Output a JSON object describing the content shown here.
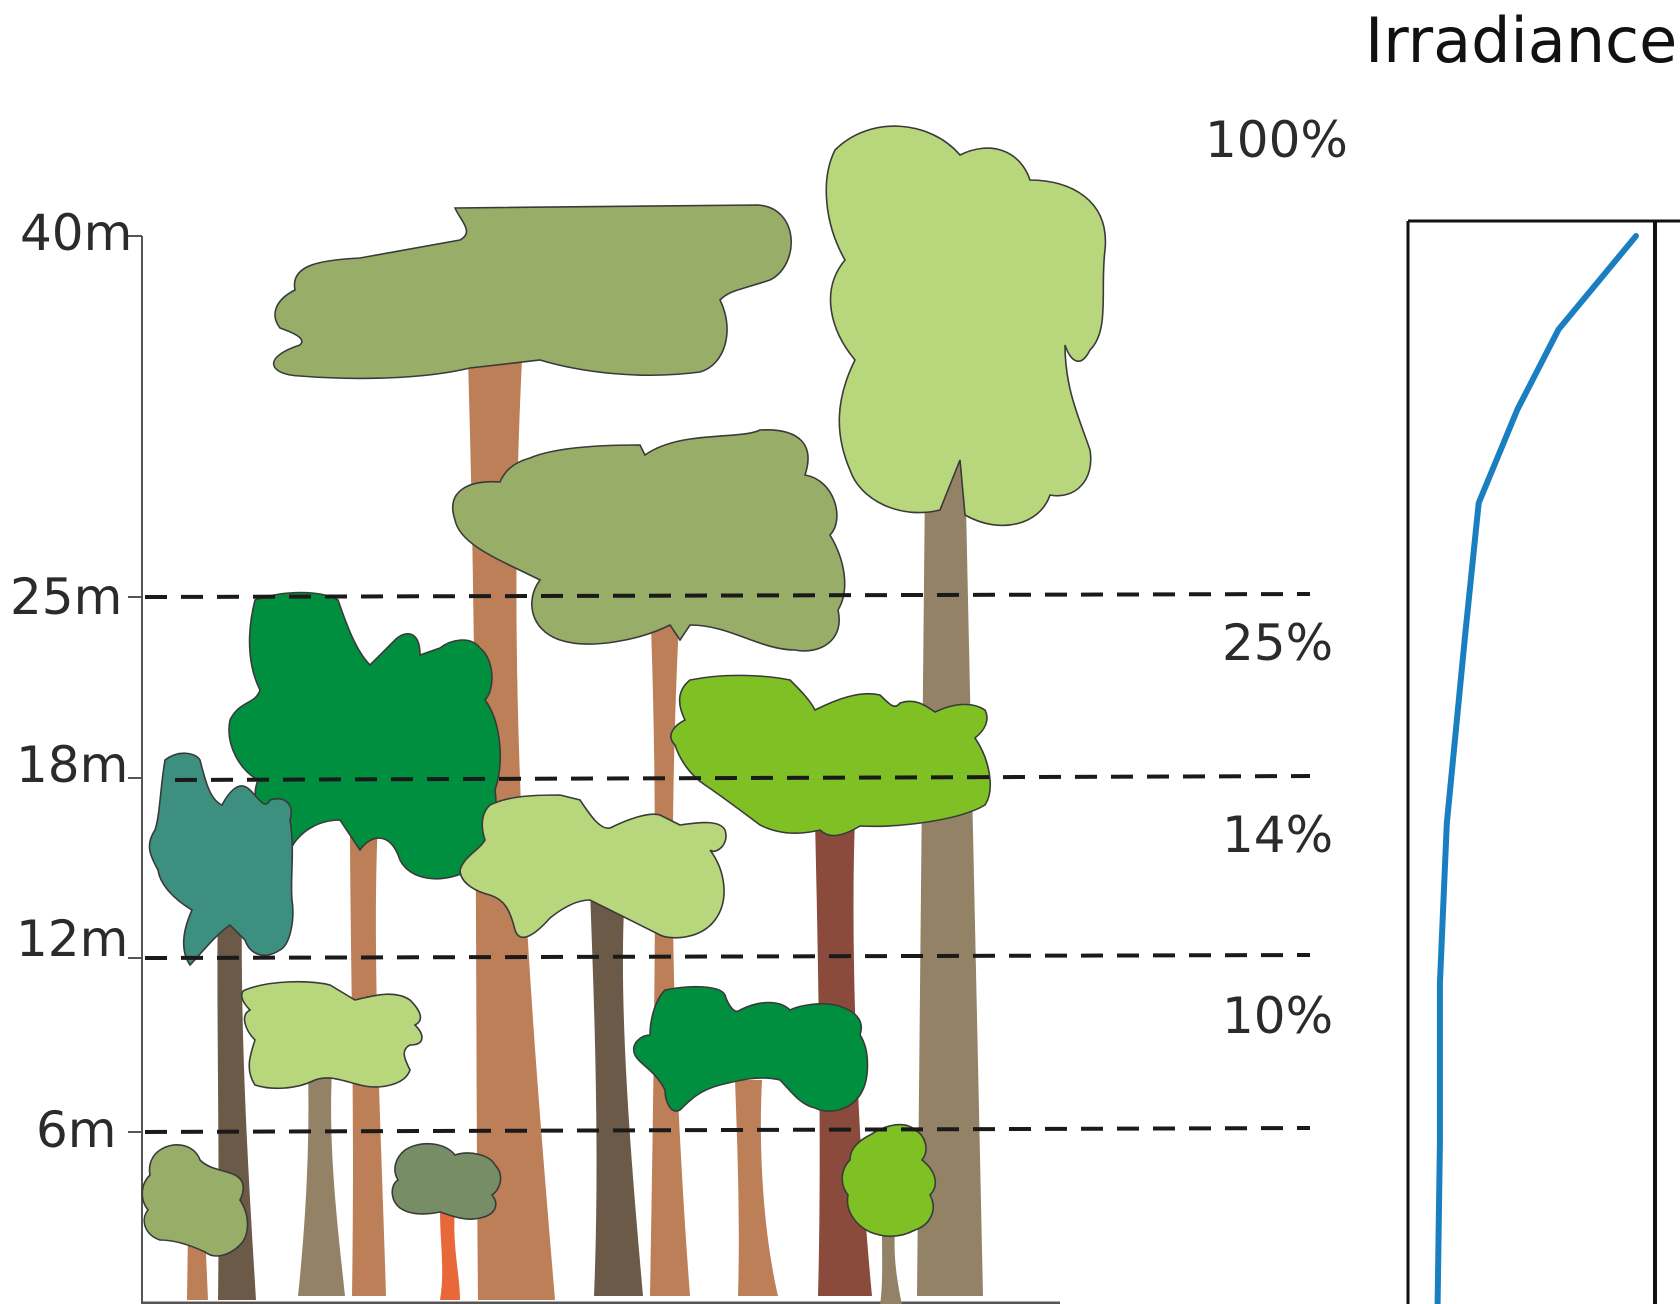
{
  "title": "Irradiance",
  "height_levels": [
    "40m",
    "25m",
    "18m",
    "12m",
    "6m"
  ],
  "irradiance_levels": [
    "100%",
    "25%",
    "14%",
    "10%"
  ],
  "colors": {
    "dashed_line": "#1a1a1a",
    "irradiance_curve": "#1a7fc1",
    "trunk_orange": "#bd7f57",
    "trunk_grey": "#948266",
    "trunk_dark": "#6b5a48",
    "canopy_olive": "#98ae68",
    "canopy_light": "#b8d77c",
    "canopy_green": "#008f3e",
    "canopy_lime": "#7fc125",
    "canopy_teal": "#3d8f7f"
  },
  "chart_data": {
    "type": "line",
    "title": "Irradiance",
    "series": [
      {
        "values": [
          {
            "height_m": 40,
            "irradiance_pct": 100
          },
          {
            "height_m": 36.5,
            "irradiance_pct": 66
          },
          {
            "height_m": 33.5,
            "irradiance_pct": 48
          },
          {
            "height_m": 30,
            "irradiance_pct": 31
          },
          {
            "height_m": 25,
            "irradiance_pct": 25
          },
          {
            "height_m": 18,
            "irradiance_pct": 17
          },
          {
            "height_m": 12,
            "irradiance_pct": 14
          },
          {
            "height_m": 6,
            "irradiance_pct": 14
          },
          {
            "height_m": 0,
            "irradiance_pct": 13
          }
        ]
      }
    ]
  }
}
